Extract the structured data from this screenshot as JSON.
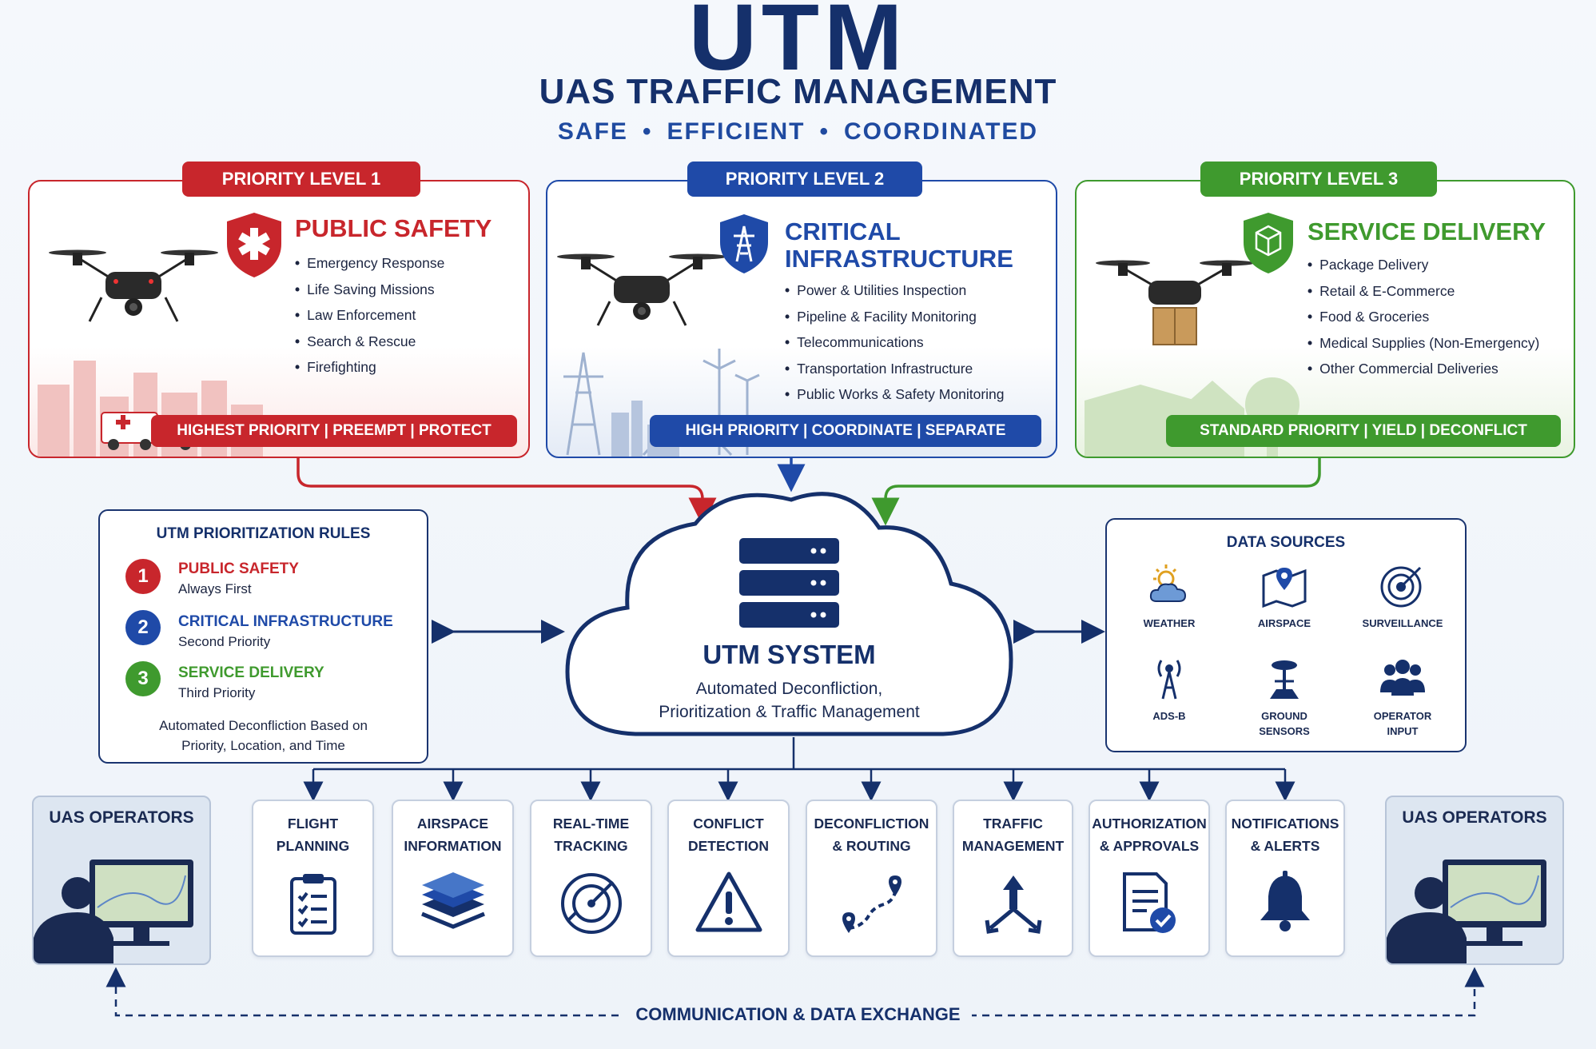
{
  "header": {
    "title": "UTM",
    "subtitle": "UAS TRAFFIC MANAGEMENT",
    "tagline": [
      "SAFE",
      "EFFICIENT",
      "COORDINATED"
    ]
  },
  "priorities": [
    {
      "tab": "PRIORITY LEVEL 1",
      "title": "PUBLIC SAFETY",
      "items": [
        "Emergency Response",
        "Life Saving Missions",
        "Law Enforcement",
        "Search & Rescue",
        "Firefighting"
      ],
      "footer": "HIGHEST PRIORITY | PREEMPT | PROTECT",
      "color": "#c8262c"
    },
    {
      "tab": "PRIORITY LEVEL 2",
      "title_line1": "CRITICAL",
      "title_line2": "INFRASTRUCTURE",
      "items": [
        "Power & Utilities Inspection",
        "Pipeline & Facility Monitoring",
        "Telecommunications",
        "Transportation Infrastructure",
        "Public Works & Safety Monitoring"
      ],
      "footer": "HIGH PRIORITY | COORDINATE | SEPARATE",
      "color": "#1f4aa8"
    },
    {
      "tab": "PRIORITY LEVEL 3",
      "title": "SERVICE DELIVERY",
      "items": [
        "Package Delivery",
        "Retail & E-Commerce",
        "Food & Groceries",
        "Medical Supplies (Non-Emergency)",
        "Other Commercial Deliveries"
      ],
      "footer": "STANDARD PRIORITY | YIELD | DECONFLICT",
      "color": "#3f9a2e"
    }
  ],
  "rules": {
    "title": "UTM PRIORITIZATION RULES",
    "items": [
      {
        "num": "1",
        "title": "PUBLIC SAFETY",
        "sub": "Always First"
      },
      {
        "num": "2",
        "title": "CRITICAL INFRASTRUCTURE",
        "sub": "Second Priority"
      },
      {
        "num": "3",
        "title": "SERVICE DELIVERY",
        "sub": "Third Priority"
      }
    ],
    "note_line1": "Automated Deconfliction Based on",
    "note_line2": "Priority, Location, and Time"
  },
  "system": {
    "title": "UTM SYSTEM",
    "desc_line1": "Automated Deconfliction,",
    "desc_line2": "Prioritization & Traffic Management"
  },
  "data_sources": {
    "title": "DATA SOURCES",
    "items": [
      {
        "label": "WEATHER",
        "icon": "weather-icon"
      },
      {
        "label": "AIRSPACE",
        "icon": "map-pin-icon"
      },
      {
        "label": "SURVEILLANCE",
        "icon": "radar-target-icon"
      },
      {
        "label": "ADS-B",
        "icon": "antenna-icon"
      },
      {
        "label": "GROUND\nSENSORS",
        "icon": "ground-sensor-icon"
      },
      {
        "label": "OPERATOR\nINPUT",
        "icon": "people-icon"
      }
    ]
  },
  "services": [
    {
      "label": "FLIGHT\nPLANNING",
      "icon": "clipboard-icon"
    },
    {
      "label": "AIRSPACE\nINFORMATION",
      "icon": "layers-icon"
    },
    {
      "label": "REAL-TIME\nTRACKING",
      "icon": "radar-icon"
    },
    {
      "label": "CONFLICT\nDETECTION",
      "icon": "warning-icon"
    },
    {
      "label": "DECONFLICTION\n& ROUTING",
      "icon": "route-icon"
    },
    {
      "label": "TRAFFIC\nMANAGEMENT",
      "icon": "split-arrows-icon"
    },
    {
      "label": "AUTHORIZATION\n& APPROVALS",
      "icon": "approved-document-icon"
    },
    {
      "label": "NOTIFICATIONS\n& ALERTS",
      "icon": "bell-icon"
    }
  ],
  "operators": {
    "left_label": "UAS OPERATORS",
    "right_label": "UAS OPERATORS"
  },
  "communication": "COMMUNICATION & DATA EXCHANGE",
  "colors": {
    "navy": "#15306b",
    "red": "#c8262c",
    "blue": "#1f4aa8",
    "green": "#3f9a2e"
  }
}
